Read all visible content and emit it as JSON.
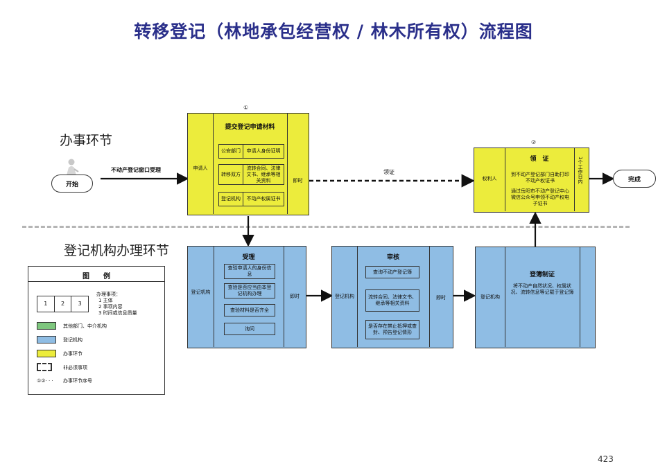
{
  "title": "转移登记（林地承包经营权 / 林木所有权）流程图",
  "sections": {
    "service": "办事环节",
    "registry": "登记机构办理环节"
  },
  "start": {
    "label": "开始",
    "window_label": "不动产登记窗口受理"
  },
  "submit": {
    "number": "①",
    "header": "提交登记申请材料",
    "left_label": "申请人",
    "right_label": "即时",
    "rows": [
      {
        "dept": "公安部门",
        "doc": "申请人身份证明"
      },
      {
        "dept": "转移双方",
        "doc": "流转合同、法律文书、继承等相关资料"
      },
      {
        "dept": "登记机构",
        "doc": "不动产权属证书"
      }
    ]
  },
  "arrow_label": "领证",
  "receive": {
    "number": "②",
    "header": "领　证",
    "left_label": "权利人",
    "right_label": "1个工作日内",
    "lines": [
      "到不动产登记部门自助打印不动产权证书",
      "通过岳阳市不动产登记中心微信公众号申领不动产权电子证书"
    ]
  },
  "finish": {
    "label": "完成"
  },
  "accept": {
    "header": "受理",
    "left_label": "登记机构",
    "right_label": "即时",
    "items": [
      "查验申请人的身份信息",
      "查验是否应当由本登记机构办理",
      "查验材料是否齐全",
      "询问"
    ]
  },
  "review": {
    "header": "审核",
    "left_label": "登记机构",
    "right_label": "即时",
    "items": [
      "查询不动产登记簿",
      "流转合同、法律文书、继承等相关资料",
      "是否存在禁止抵押或查封、预告登记情形"
    ]
  },
  "record": {
    "header": "登簿制证",
    "left_label": "登记机构",
    "text": "将不动产自然状况、权属状况、流转信息等记载于登记簿"
  },
  "legend": {
    "header": "图　　例",
    "cells": [
      "1",
      "2",
      "3"
    ],
    "cells_desc": [
      "办理事项：",
      "1 主体",
      "2 事项内容",
      "3 时间或信息质量"
    ],
    "green_label": "其他部门、中介机构",
    "blue_label": "登记机构",
    "yellow_label": "办事环节",
    "dashed_label": "非必须事项",
    "sequence_symbol": "①②· · ·",
    "sequence_label": "办事环节序号"
  },
  "page_number": "423",
  "colors": {
    "yellow": "#ecec3c",
    "blue": "#8fbde4",
    "green": "#7ec77e",
    "title": "#2a2f8a"
  }
}
